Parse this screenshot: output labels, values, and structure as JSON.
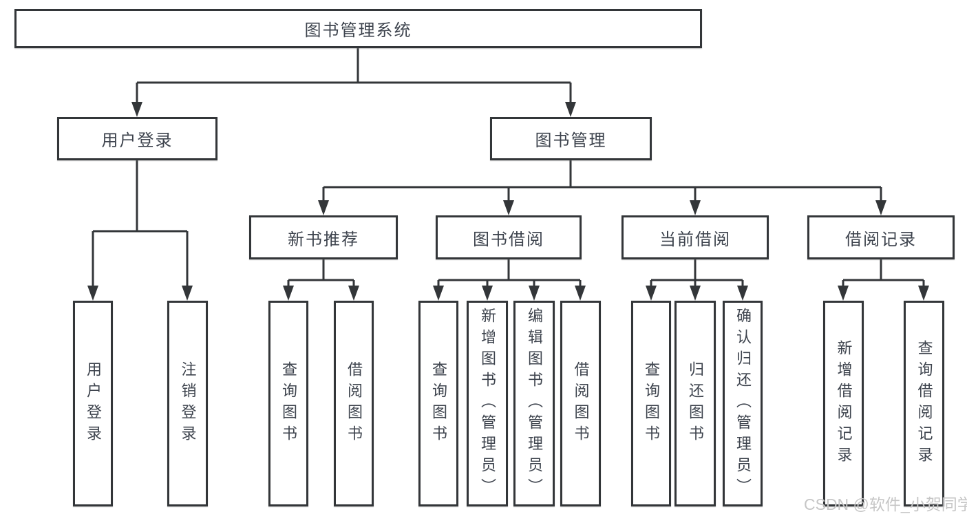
{
  "diagram": {
    "type": "hierarchy-tree",
    "root": {
      "label": "图书管理系统"
    },
    "branches": [
      {
        "label": "用户登录",
        "children": [
          {
            "label": "用户登录"
          },
          {
            "label": "注销登录"
          }
        ]
      },
      {
        "label": "图书管理",
        "children": [
          {
            "label": "新书推荐",
            "children": [
              {
                "label": "查询图书"
              },
              {
                "label": "借阅图书"
              }
            ]
          },
          {
            "label": "图书借阅",
            "children": [
              {
                "label": "查询图书"
              },
              {
                "label": "新增图书（管理员）"
              },
              {
                "label": "编辑图书（管理员）"
              },
              {
                "label": "借阅图书"
              }
            ]
          },
          {
            "label": "当前借阅",
            "children": [
              {
                "label": "查询图书"
              },
              {
                "label": "归还图书"
              },
              {
                "label": "确认归还（管理员）"
              }
            ]
          },
          {
            "label": "借阅记录",
            "children": [
              {
                "label": "新增借阅记录"
              },
              {
                "label": "查询借阅记录"
              }
            ]
          }
        ]
      }
    ]
  },
  "watermark": {
    "text": "CSDN @软件_小贺同学",
    "color": "#c6c6c6"
  },
  "colors": {
    "background": "#ffffff",
    "line": "#333639",
    "box_border": "#333639",
    "text": "#3d434d"
  }
}
